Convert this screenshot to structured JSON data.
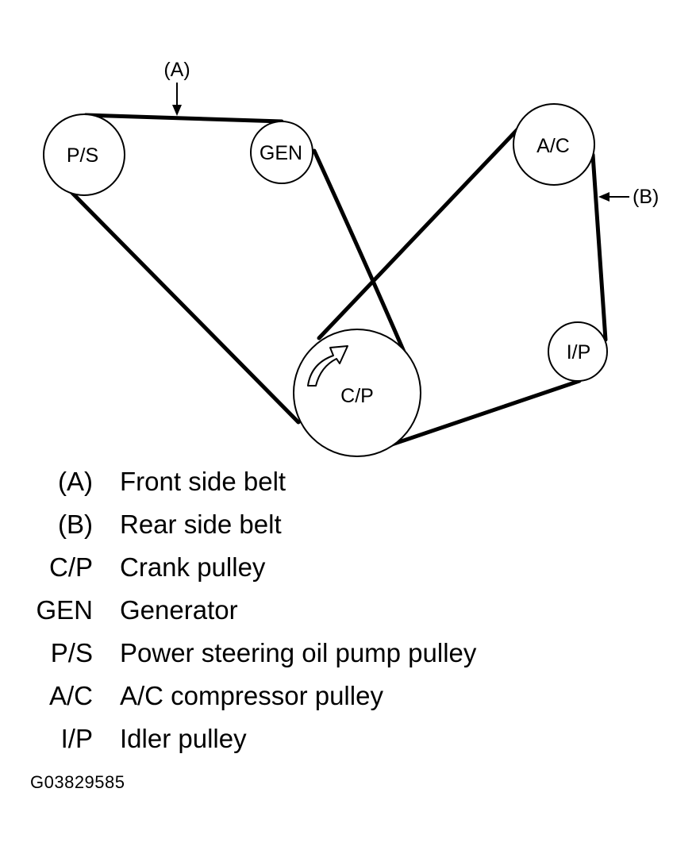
{
  "diagram": {
    "pulleys": {
      "ps": "P/S",
      "gen": "GEN",
      "ac": "A/C",
      "ip": "I/P",
      "cp": "C/P"
    },
    "callouts": {
      "a": "(A)",
      "b": "(B)"
    }
  },
  "legend": [
    {
      "code": "(A)",
      "description": "Front side belt"
    },
    {
      "code": "(B)",
      "description": "Rear side belt"
    },
    {
      "code": "C/P",
      "description": "Crank pulley"
    },
    {
      "code": "GEN",
      "description": "Generator"
    },
    {
      "code": "P/S",
      "description": "Power steering oil pump pulley"
    },
    {
      "code": "A/C",
      "description": "A/C compressor pulley"
    },
    {
      "code": "I/P",
      "description": "Idler pulley"
    }
  ],
  "figure_id": "G03829585"
}
